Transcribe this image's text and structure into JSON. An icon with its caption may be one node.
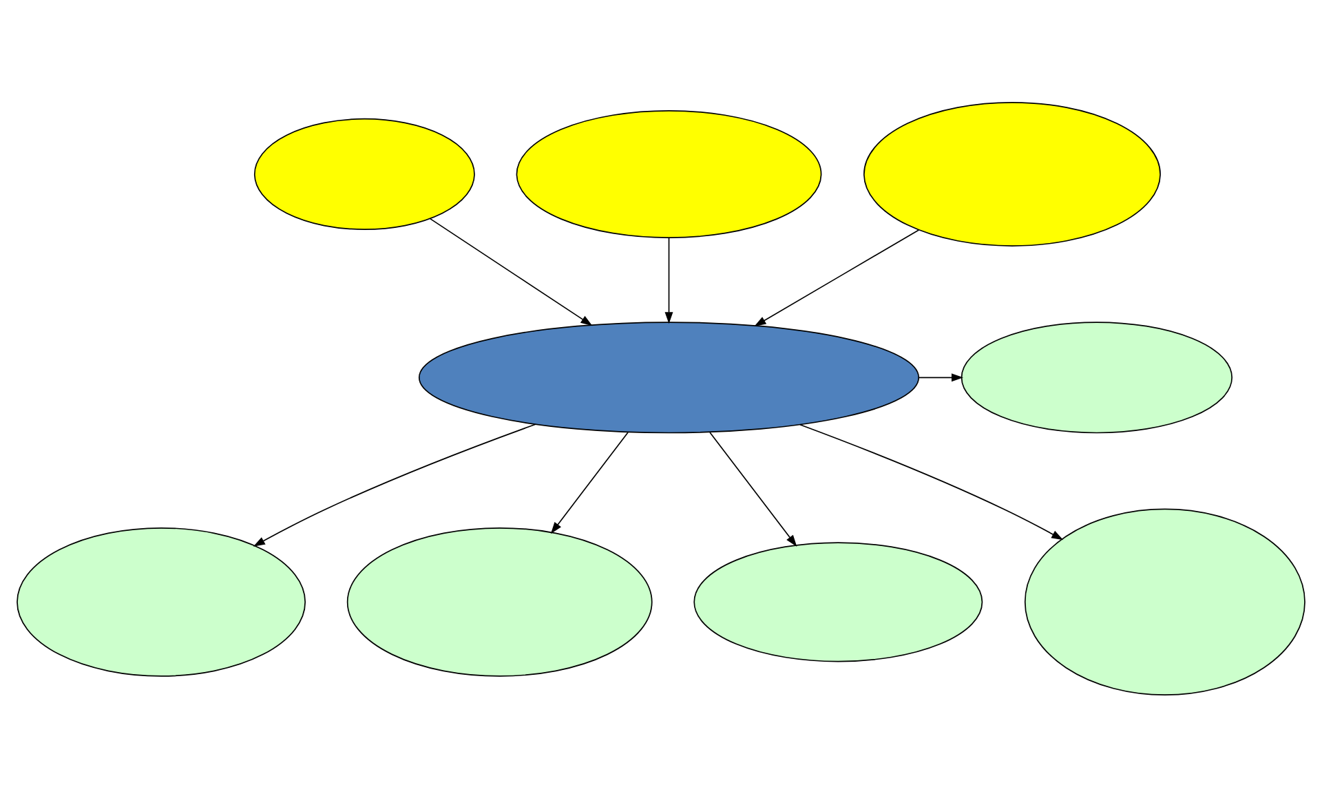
{
  "diagram": {
    "nodes": [
      {
        "text": [],
        "shape": "ellipse"
      },
      {
        "text": [],
        "shape": "ellipse"
      },
      {
        "text": [],
        "shape": "ellipse"
      },
      {
        "text": [],
        "shape": "ellipse"
      },
      {
        "text": [],
        "shape": "ellipse"
      },
      {
        "text": [],
        "shape": "ellipse"
      },
      {
        "text": [],
        "shape": "ellipse"
      },
      {
        "text": [],
        "shape": "ellipse"
      },
      {
        "text": [],
        "shape": "ellipse"
      }
    ],
    "edges": [
      {
        "from": 0,
        "to": 3,
        "arrow": "to"
      },
      {
        "from": 1,
        "to": 3,
        "arrow": "to"
      },
      {
        "from": 2,
        "to": 3,
        "arrow": "to"
      },
      {
        "from": 3,
        "to": 4,
        "arrow": "to"
      },
      {
        "from": 3,
        "to": 5,
        "arrow": "to"
      },
      {
        "from": 3,
        "to": 6,
        "arrow": "to"
      },
      {
        "from": 3,
        "to": 7,
        "arrow": "to"
      },
      {
        "from": 3,
        "to": 8,
        "arrow": "to"
      }
    ]
  }
}
